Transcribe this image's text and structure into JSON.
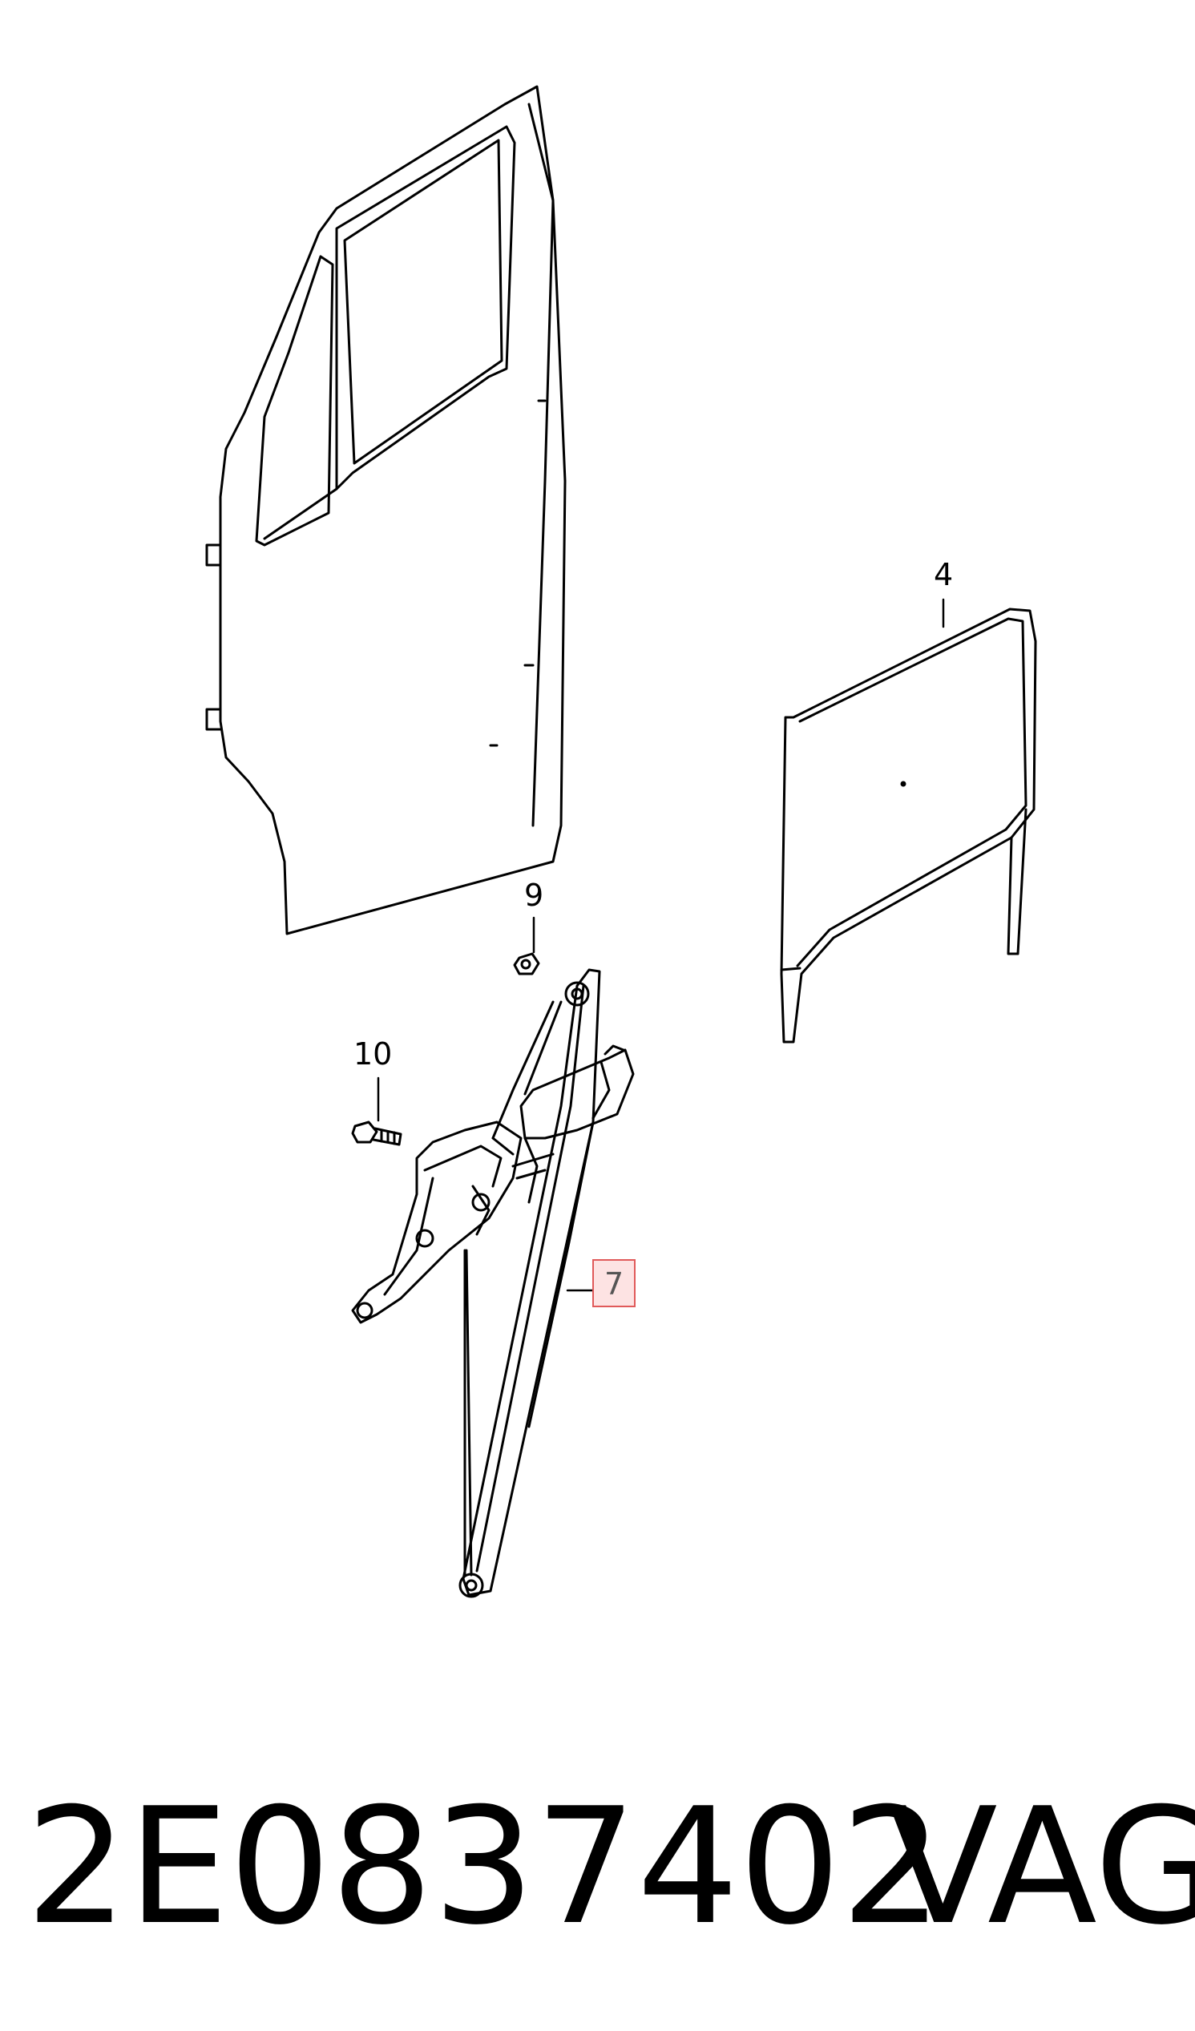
{
  "diagram": {
    "callouts": [
      {
        "id": "9",
        "label": "9"
      },
      {
        "id": "10",
        "label": "10"
      },
      {
        "id": "4",
        "label": "4"
      },
      {
        "id": "7",
        "label": "7",
        "highlighted": true
      }
    ],
    "colors": {
      "line": "#000000",
      "highlight_border": "#e05a5a",
      "highlight_fill": "#fde3e3"
    }
  },
  "footer": {
    "part_number": "2E0837402",
    "brand": "VAG"
  }
}
